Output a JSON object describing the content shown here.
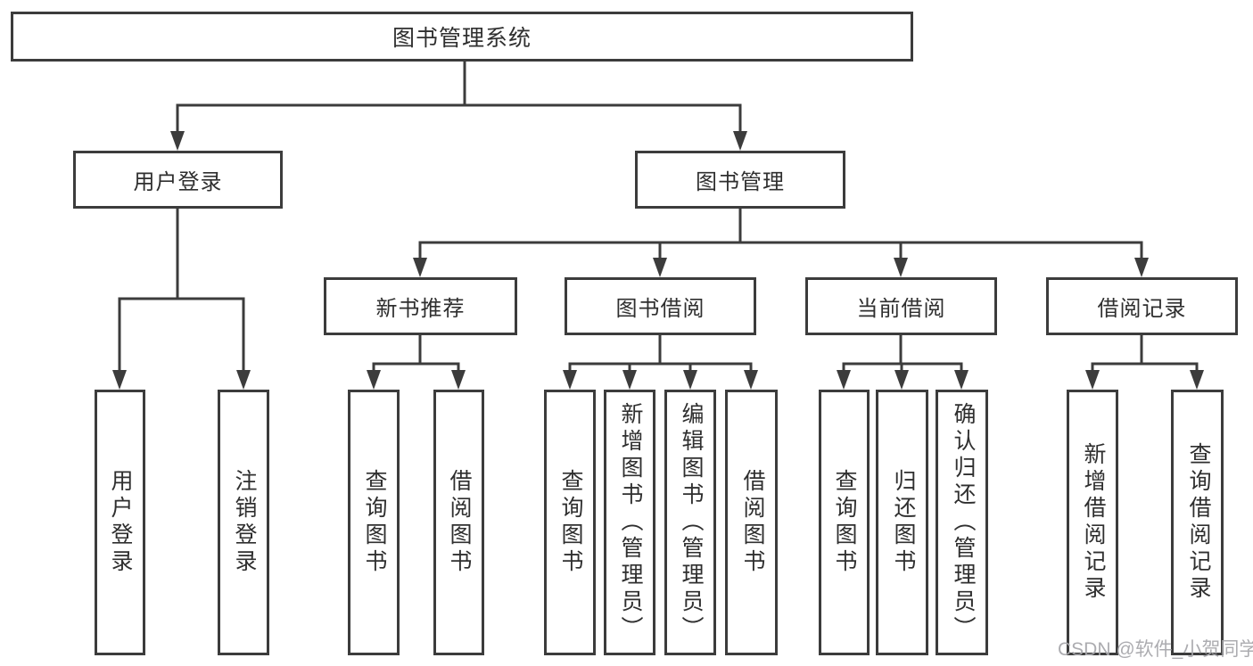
{
  "diagram_title": "图书管理系统",
  "watermark": "CSDN @软件_小贺同学",
  "colors": {
    "line": "#3c3c3c",
    "text": "#2f2f2f",
    "background": "#ffffff",
    "watermark": "#a8a8ac"
  },
  "nodes": {
    "root": {
      "label": "图书管理系统"
    },
    "login": {
      "label": "用户登录",
      "children": [
        {
          "label": "用户登录"
        },
        {
          "label": "注销登录"
        }
      ]
    },
    "mgmt": {
      "label": "图书管理"
    },
    "recommend": {
      "label": "新书推荐",
      "children": [
        {
          "label": "查询图书"
        },
        {
          "label": "借阅图书"
        }
      ]
    },
    "borrow": {
      "label": "图书借阅",
      "children": [
        {
          "label": "查询图书"
        },
        {
          "label": "新增图书（管理员）"
        },
        {
          "label": "编辑图书（管理员）"
        },
        {
          "label": "借阅图书"
        }
      ]
    },
    "current": {
      "label": "当前借阅",
      "children": [
        {
          "label": "查询图书"
        },
        {
          "label": "归还图书"
        },
        {
          "label": "确认归还（管理员）"
        }
      ]
    },
    "records": {
      "label": "借阅记录",
      "children": [
        {
          "label": "新增借阅记录"
        },
        {
          "label": "查询借阅记录"
        }
      ]
    }
  }
}
